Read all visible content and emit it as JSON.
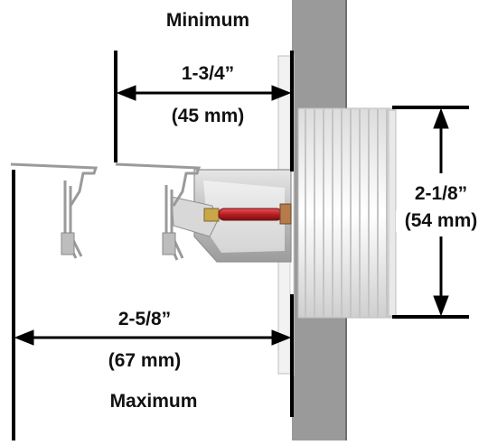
{
  "labels": {
    "minimum": "Minimum",
    "maximum": "Maximum",
    "min_depth_in": "1-3/4”",
    "min_depth_mm": "(45 mm)",
    "max_depth_in": "2-5/8”",
    "max_depth_mm": "(67 mm)",
    "thread_dia_in": "2-1/8”",
    "thread_dia_mm": "(54 mm)"
  },
  "colors": {
    "wall": "#9a9a9a",
    "wall_edge": "#6e6e6e",
    "cup": "#f2f2f2",
    "threads": "#f4f4f4",
    "frame": "#c8c8c8",
    "bulb": "#c0282b",
    "line": "#000000"
  }
}
